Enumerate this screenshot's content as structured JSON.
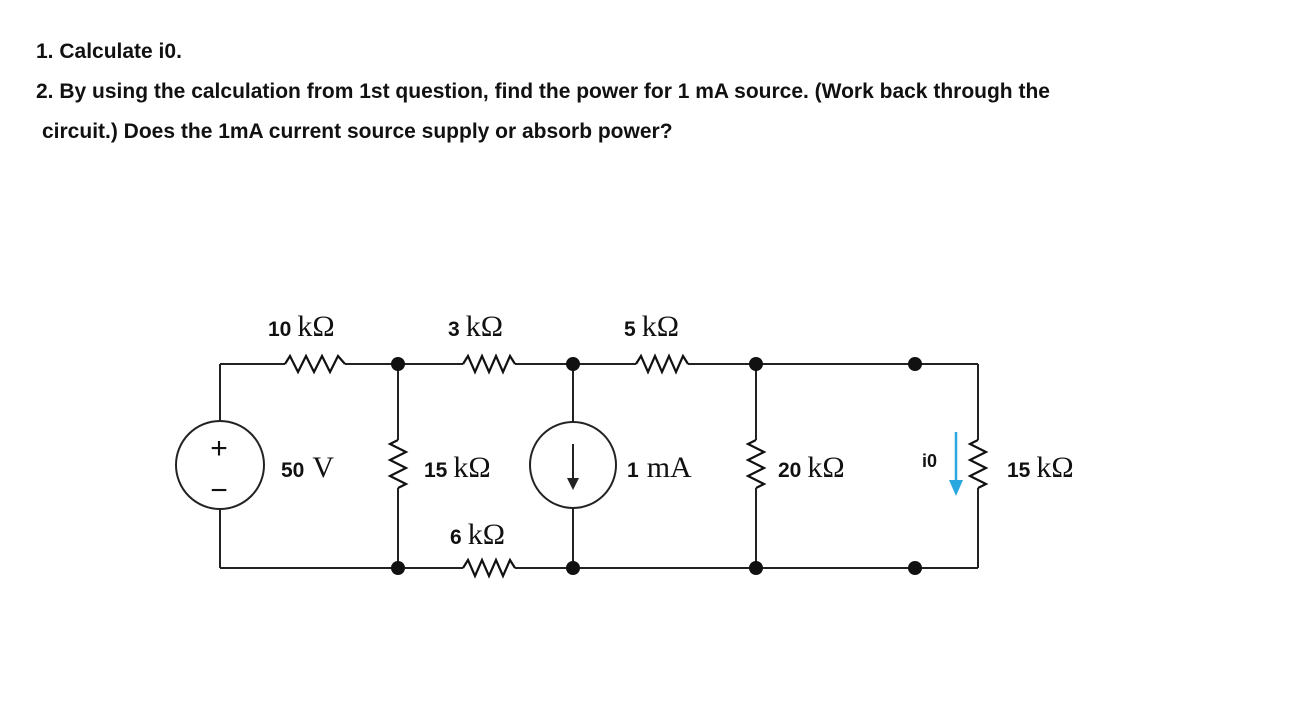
{
  "questions": {
    "q1": "1. Calculate i0.",
    "q2_line1": "2. By using the calculation from 1st question, find the power for 1 mA source. (Work back through the",
    "q2_line2": "circuit.) Does the 1mA current source  supply or absorb power?"
  },
  "circuit": {
    "r_10k": {
      "num": "10",
      "unit": "kΩ"
    },
    "r_3k": {
      "num": "3",
      "unit": "kΩ"
    },
    "r_5k": {
      "num": "5",
      "unit": "kΩ"
    },
    "r_15k_left": {
      "num": "15",
      "unit": "kΩ"
    },
    "r_6k": {
      "num": "6",
      "unit": "kΩ"
    },
    "r_20k": {
      "num": "20",
      "unit": "kΩ"
    },
    "r_15k_right": {
      "num": "15",
      "unit": "kΩ"
    },
    "voltage_source": {
      "num": "50",
      "unit": "V",
      "plus": "+",
      "minus": "−"
    },
    "current_source": {
      "num": "1",
      "unit": "mA"
    },
    "current_label": "i0",
    "current_arrow_color": "#29a8e0"
  }
}
